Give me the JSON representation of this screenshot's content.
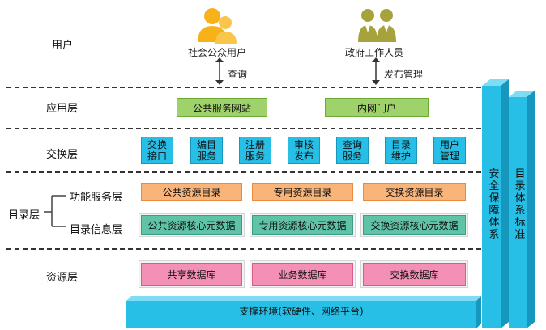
{
  "user_layer": {
    "label": "用户",
    "public_user": "社会公众用户",
    "public_action": "查询",
    "gov_user": "政府工作人员",
    "gov_action": "发布管理"
  },
  "app_layer": {
    "label": "应用层",
    "items": [
      "公共服务网站",
      "内网门户"
    ]
  },
  "exchange_layer": {
    "label": "交换层",
    "items": [
      "交换\n接口",
      "编目\n服务",
      "注册\n服务",
      "审核\n发布",
      "查询\n服务",
      "目录\n维护",
      "用户\n管理"
    ]
  },
  "catalog_layer": {
    "label": "目录层",
    "function_label": "功能服务层",
    "info_label": "目录信息层",
    "function_items": [
      "公共资源目录",
      "专用资源目录",
      "交换资源目录"
    ],
    "info_items": [
      "公共资源核心元数据",
      "专用资源核心元数据",
      "交换资源核心元数据"
    ]
  },
  "resource_layer": {
    "label": "资源层",
    "items": [
      "共享数据库",
      "业务数据库",
      "交换数据库"
    ]
  },
  "support": {
    "label": "支撑环境(软硬件、网络平台)"
  },
  "security": {
    "label": "安全保障体系"
  },
  "standards": {
    "label": "目录体系标准"
  },
  "colors": {
    "green": "#9fd26a",
    "cyan": "#27bfe6",
    "orange": "#f9b47a",
    "teal": "#5fc3a8",
    "pink": "#f48fb5",
    "person_yellow": "#f7b21a",
    "person_olive": "#a7a33c"
  }
}
